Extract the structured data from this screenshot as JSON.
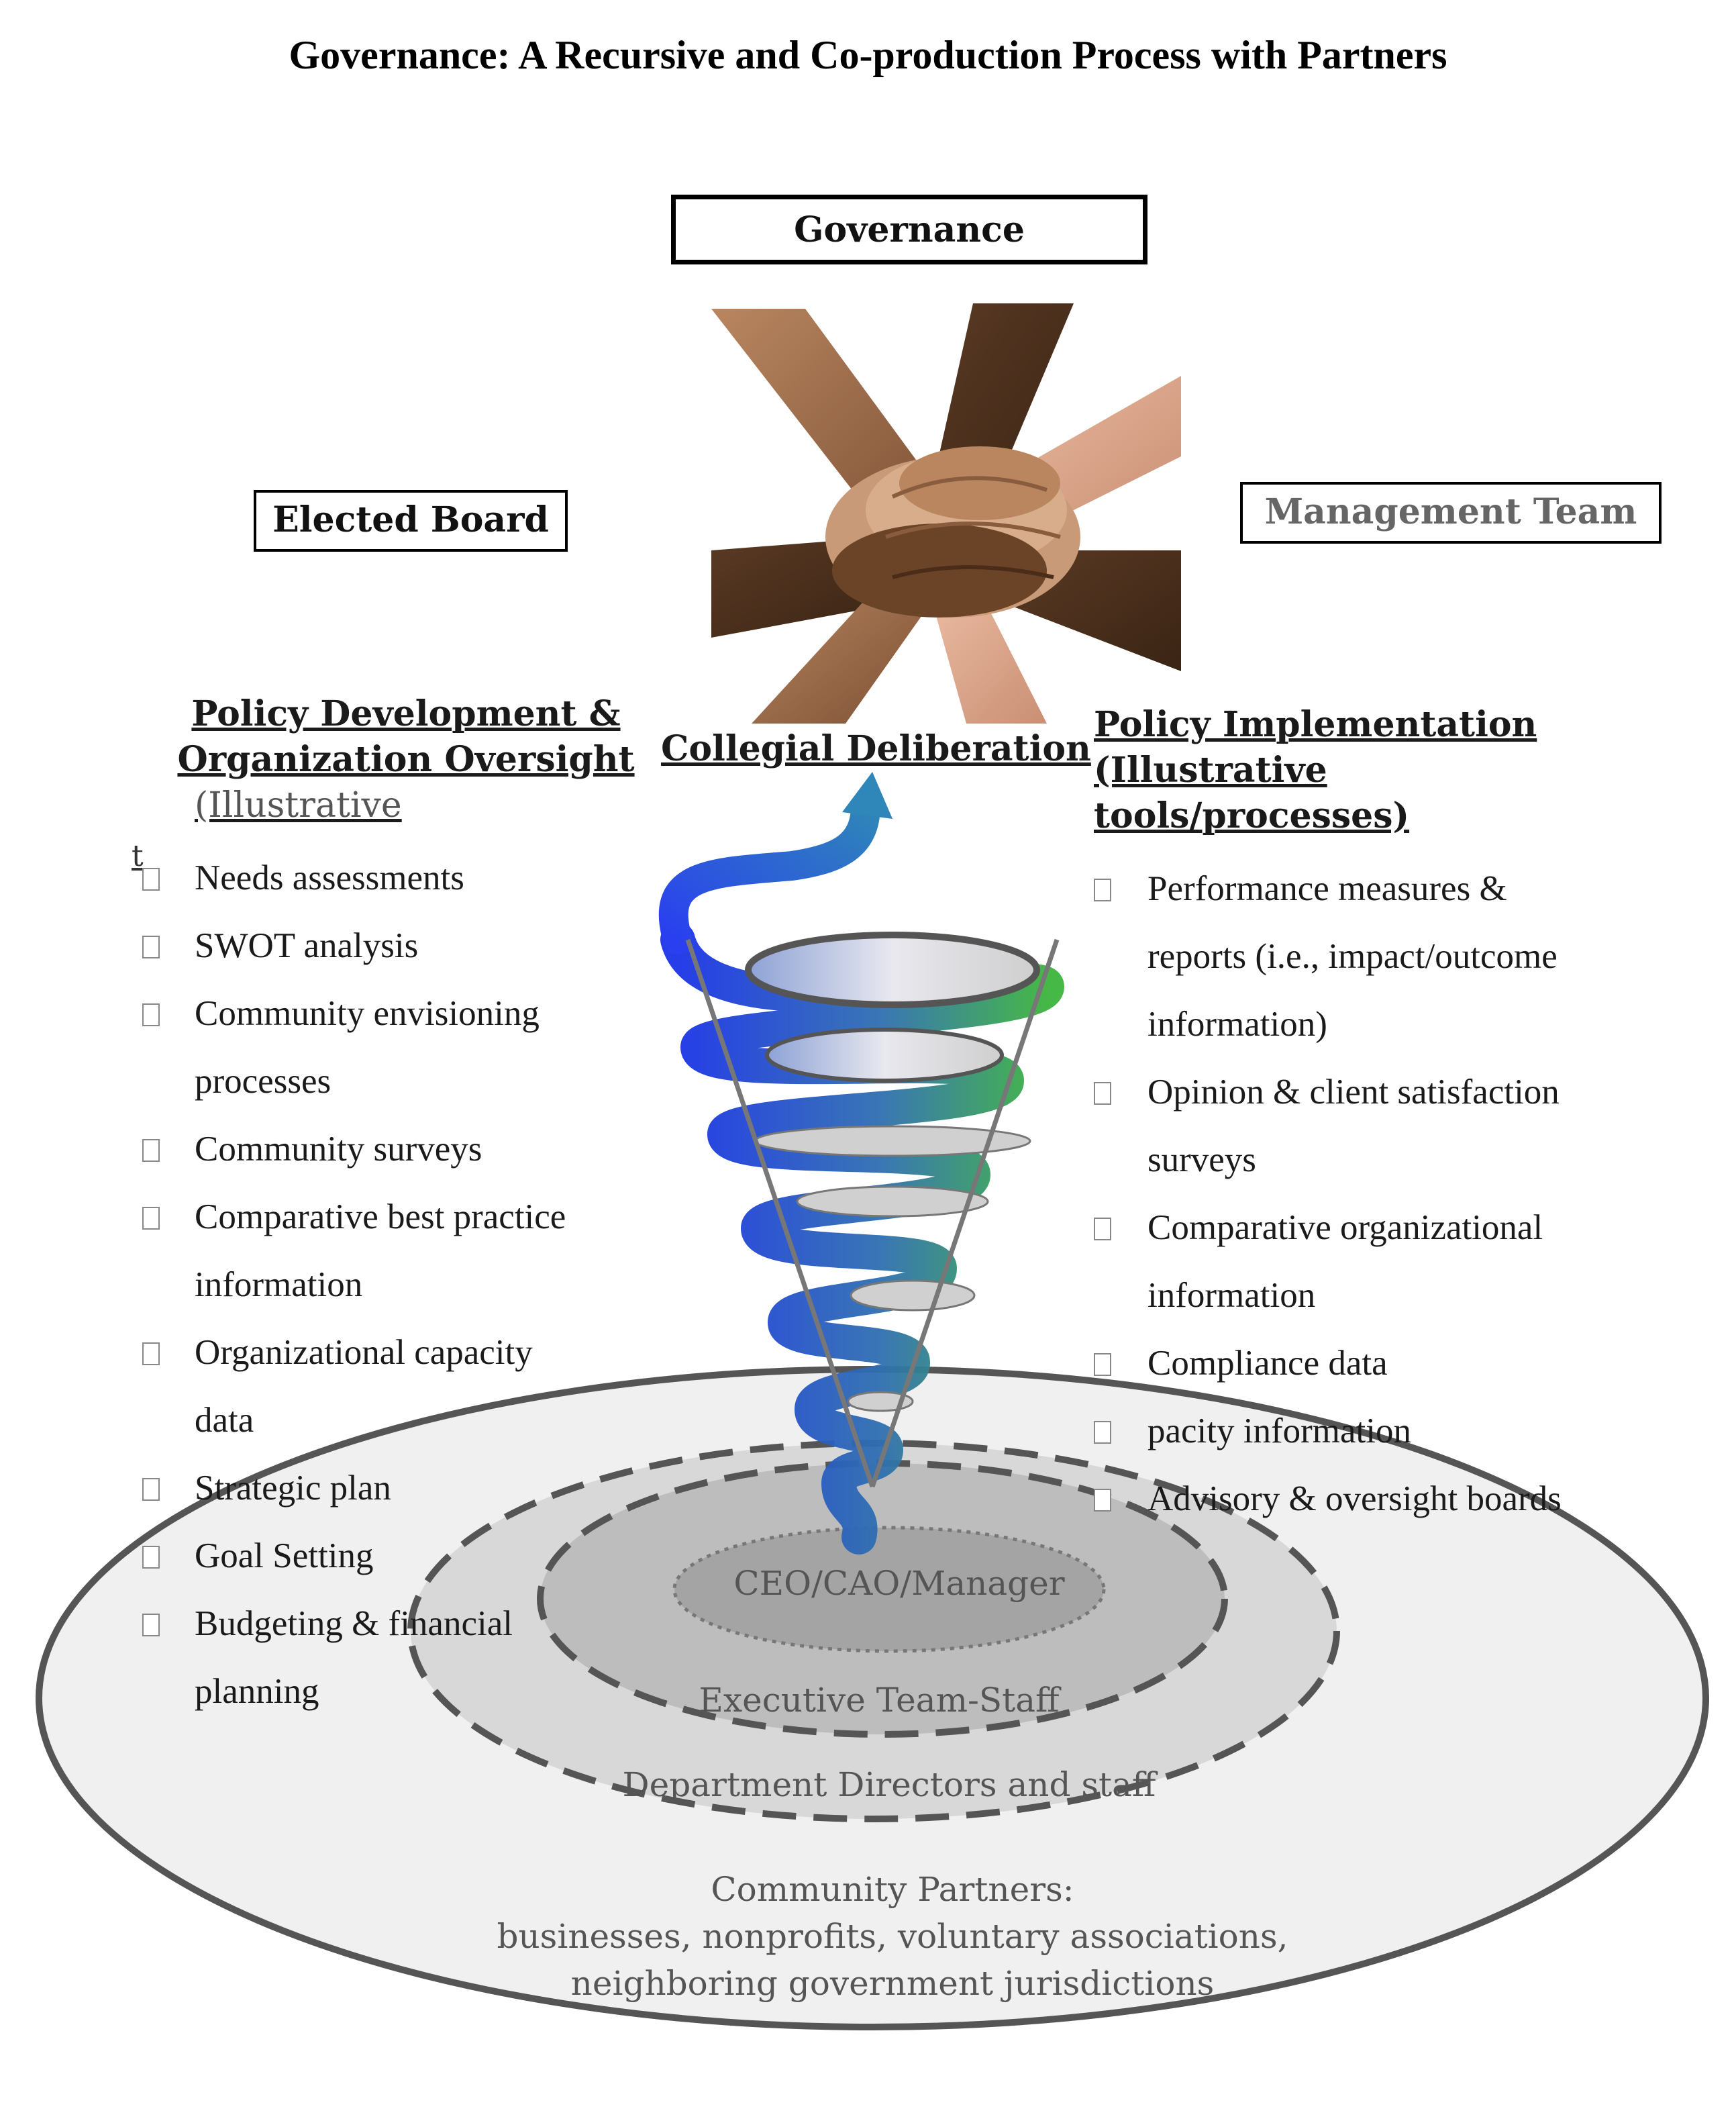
{
  "title": "Governance: A Recursive and Co-production Process with Partners",
  "boxes": {
    "governance": "Governance",
    "elected_board": "Elected Board",
    "management_team": "Management Team"
  },
  "left_column": {
    "heading_line1": "Policy Development &",
    "heading_line2": "Organization Oversight",
    "heading_line3": "(Illustrative",
    "stray_mark": "t",
    "items": [
      {
        "line1": "Needs assessments",
        "line2": ""
      },
      {
        "line1": "SWOT analysis",
        "line2": ""
      },
      {
        "line1": "Community envisioning",
        "line2": "processes"
      },
      {
        "line1": "Community surveys",
        "line2": ""
      },
      {
        "line1": "Comparative best practice",
        "line2": "information"
      },
      {
        "line1": "Organizational capacity",
        "line2": "data"
      },
      {
        "line1": "Strategic plan",
        "line2": ""
      },
      {
        "line1": "Goal Setting",
        "line2": ""
      },
      {
        "line1": "Budgeting & financial",
        "line2": "planning"
      }
    ]
  },
  "center": {
    "heading": "Collegial Deliberation",
    "photo_icon": "hands-stacked-icon"
  },
  "right_column": {
    "heading_line1": "Policy Implementation",
    "heading_line2": "(Illustrative",
    "heading_line3": "tools/processes)",
    "items": [
      {
        "line1": "Performance measures &",
        "line2": "reports (i.e., impact/outcome",
        "line3": "information)"
      },
      {
        "line1": "Opinion & client satisfaction",
        "line2": "surveys",
        "line3": ""
      },
      {
        "line1": "Comparative organizational",
        "line2": "information",
        "line3": ""
      },
      {
        "line1": "Compliance data",
        "line2": "",
        "line3": ""
      },
      {
        "line1": "pacity information",
        "line2": "",
        "line3": ""
      },
      {
        "line1": "Advisory & oversight boards",
        "line2": "",
        "line3": ""
      }
    ]
  },
  "rings": {
    "ceo": "CEO/CAO/Manager",
    "executive": "Executive Team-Staff",
    "departments": "Department Directors and staff",
    "community_line1": "Community Partners:",
    "community_line2": "businesses, nonprofits, voluntary associations,",
    "community_line3": "neighboring government jurisdictions"
  },
  "colors": {
    "spiral_start": "#1a33e6",
    "spiral_end": "#3cb43c",
    "ring_fill_outer": "#f0f0f0",
    "ring_fill_mid": "#d6d6d6",
    "ring_fill_inner": "#b8b8b8",
    "ring_fill_core": "#a0a0a0"
  }
}
